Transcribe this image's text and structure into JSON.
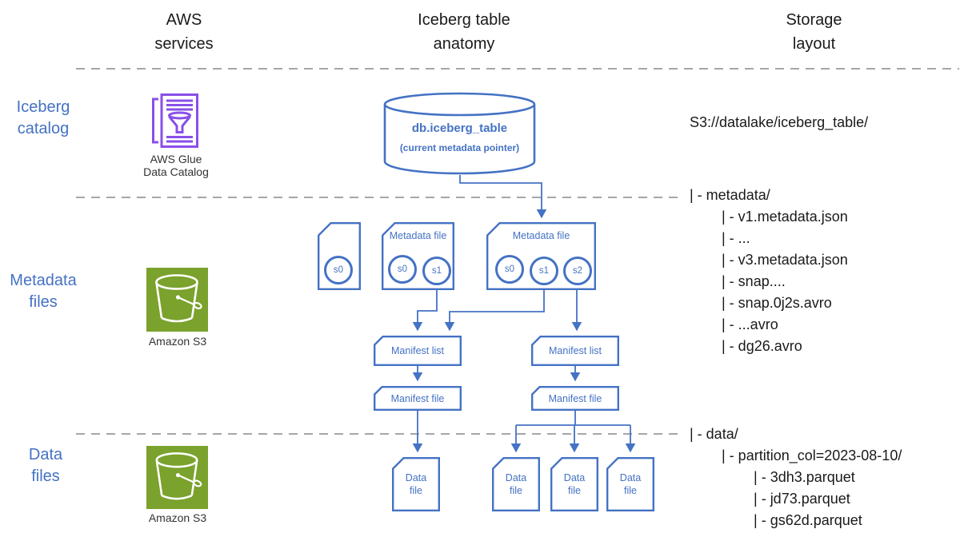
{
  "columns": {
    "aws_services": "AWS\nservices",
    "iceberg_anatomy": "Iceberg table\nanatomy",
    "storage_layout": "Storage\nlayout"
  },
  "row_labels": {
    "iceberg_catalog": "Iceberg\ncatalog",
    "metadata_files": "Metadata\nfiles",
    "data_files": "Data\nfiles"
  },
  "aws_services": {
    "glue_caption": "AWS Glue\nData Catalog",
    "s3_metadata_caption": "Amazon S3",
    "s3_data_caption": "Amazon S3"
  },
  "diagram": {
    "catalog_db": {
      "name": "db.iceberg_table",
      "note": "(current metadata pointer)"
    },
    "metadata_file_label": "Metadata file",
    "snapshots": {
      "box1": [
        "s0"
      ],
      "box2": [
        "s0",
        "s1"
      ],
      "box3": [
        "s0",
        "s1",
        "s2"
      ]
    },
    "manifest_list_label": "Manifest list",
    "manifest_file_label": "Manifest file",
    "data_file_label": "Data\nfile"
  },
  "storage": {
    "root": "S3://datalake/iceberg_table/",
    "metadata_tree": [
      "| - metadata/",
      "        | - v1.metadata.json",
      "        | - ...",
      "        | - v3.metadata.json",
      "        | - snap....",
      "        | - snap.0j2s.avro",
      "        | - ...avro",
      "        | - dg26.avro"
    ],
    "data_tree": [
      "| - data/",
      "        | - partition_col=2023-08-10/",
      "                | - 3dh3.parquet",
      "                | - jd73.parquet",
      "                | - gs62d.parquet"
    ]
  },
  "colors": {
    "diagram_blue": "#4472C4",
    "glue_purple": "#8A4FE8",
    "s3_green": "#7AA22C",
    "dash_gray": "#999999"
  }
}
